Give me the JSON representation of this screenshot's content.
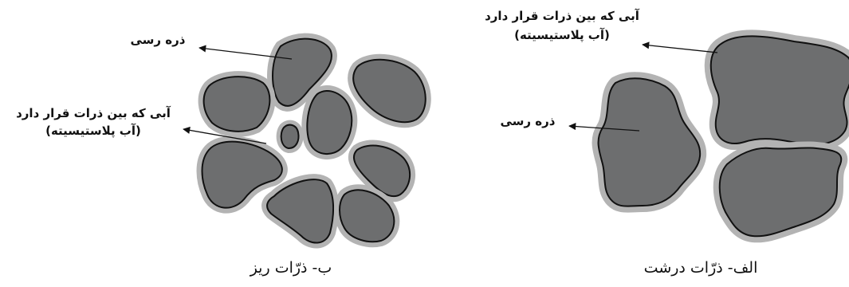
{
  "left_panel": {
    "caption": "ب- ذرّات ریز",
    "label_particle": "ذره رسی",
    "label_water_line1": "آبی که بین ذرات قرار دارد",
    "label_water_line2": "(آب پلاستیسیته)"
  },
  "right_panel": {
    "caption": "الف- ذرّات درشت",
    "label_particle": "ذره رسی",
    "label_water_line1": "آبی که بین ذرات قرار دارد",
    "label_water_line2": "(آب پلاستیسیته)"
  },
  "colors": {
    "particle": "#6d6e6f",
    "water_layer": "#b3b3b3",
    "outline": "#111111"
  }
}
